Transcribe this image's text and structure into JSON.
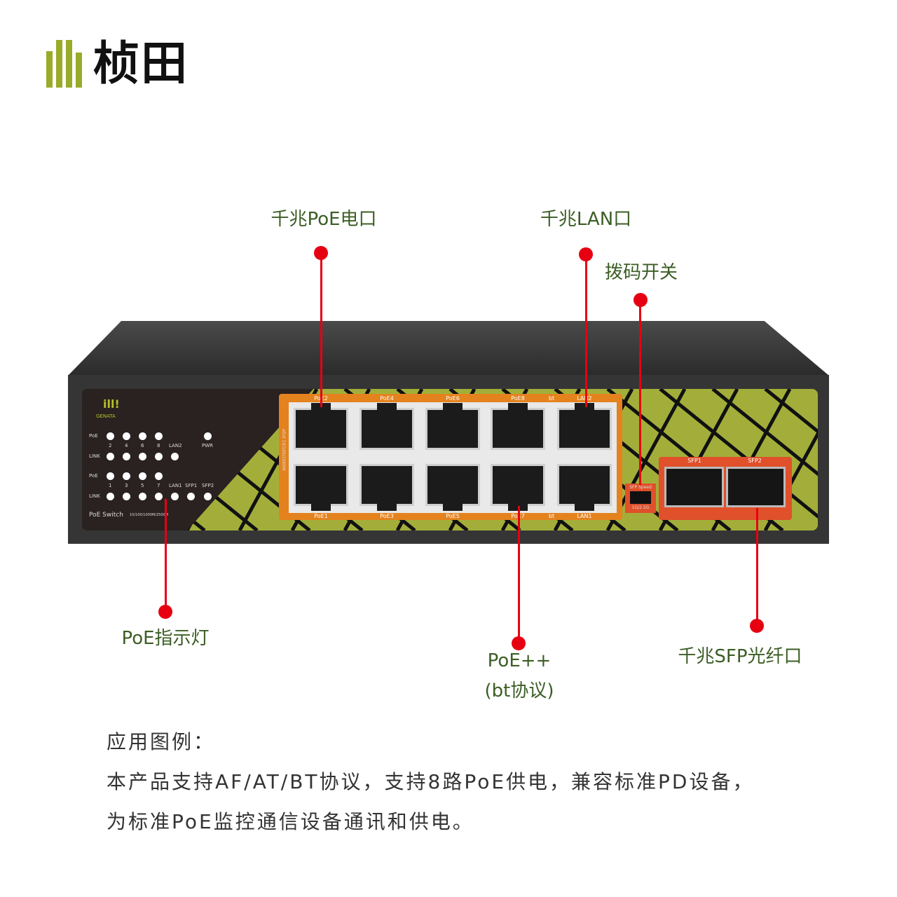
{
  "brand": {
    "mark": "ill!",
    "name": "桢田",
    "panel_mark": "ill!",
    "panel_name": "GENATA"
  },
  "callouts": {
    "poe_port": "千兆PoE电口",
    "lan_port": "千兆LAN口",
    "dip_switch": "拨码开关",
    "poe_led": "PoE指示灯",
    "poe_plus_line1": "PoE++",
    "poe_plus_line2": "(bt协议)",
    "sfp": "千兆SFP光纤口"
  },
  "panel": {
    "leds_top_label": "PoE",
    "link_label": "LINK",
    "top_numbers": [
      "2",
      "4",
      "6",
      "8",
      "LAN2",
      "PWR"
    ],
    "bottom_numbers": [
      "1",
      "3",
      "5",
      "7",
      "LAN1",
      "SFP1",
      "SFP2"
    ],
    "model": "PoE Switch",
    "speed": "10/100/1000M/2500M",
    "side_text": "af/at 10/100/1000M",
    "top_ports": [
      "PoE2",
      "PoE4",
      "PoE6",
      "PoE8",
      "LAN2"
    ],
    "bottom_ports": [
      "PoE1",
      "PoE3",
      "PoE5",
      "PoE7",
      "LAN1"
    ],
    "bt_label": "bt",
    "sfp_ports": [
      "SFP1",
      "SFP2"
    ],
    "dip_label": "SFP Speed",
    "dip_values": "1G/2.5G"
  },
  "description": {
    "heading": "应用图例：",
    "line1": "本产品支持AF/AT/BT协议，支持8路PoE供电，兼容标准PD设备，",
    "line2": "为标准PoE监控通信设备通讯和供电。"
  },
  "colors": {
    "accent": "#e60012",
    "panel_green": "#a3ae3a",
    "port_orange": "#e4821e",
    "sfp_red": "#e0502a"
  }
}
